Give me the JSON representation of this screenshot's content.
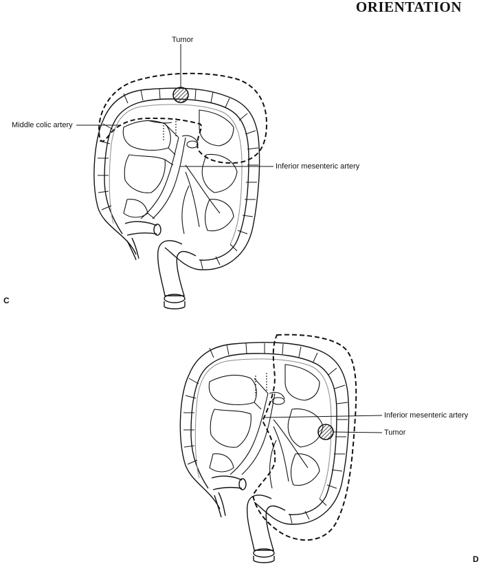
{
  "header": {
    "title": "ORIENTATION"
  },
  "panel_c": {
    "letter": "C",
    "labels": {
      "tumor": "Tumor",
      "middle_colic": "Middle colic artery",
      "inferior_mesenteric": "Inferior mesenteric artery"
    }
  },
  "panel_d": {
    "letter": "D",
    "labels": {
      "inferior_mesenteric": "Inferior mesenteric artery",
      "tumor": "Tumor"
    }
  }
}
